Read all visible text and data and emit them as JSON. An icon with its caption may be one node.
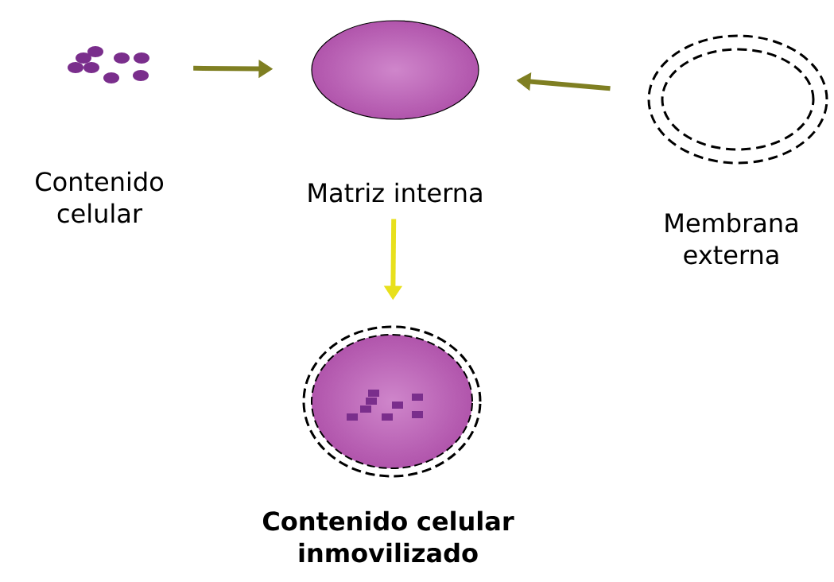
{
  "diagram": {
    "nodes": [
      {
        "text": [
          "Contenido celular"
        ]
      },
      {
        "text": [
          "Matriz interna"
        ]
      },
      {
        "text": [
          "Membrana externa"
        ]
      },
      {
        "text": [
          "Contenido celular inmovilizado"
        ]
      }
    ],
    "edges": [
      {
        "from": 0,
        "to": 1,
        "arrow": "to"
      },
      {
        "from": 2,
        "to": 1,
        "arrow": "to"
      },
      {
        "from": 1,
        "to": 3,
        "arrow": "to",
        "color": "#e8e01c"
      }
    ]
  }
}
